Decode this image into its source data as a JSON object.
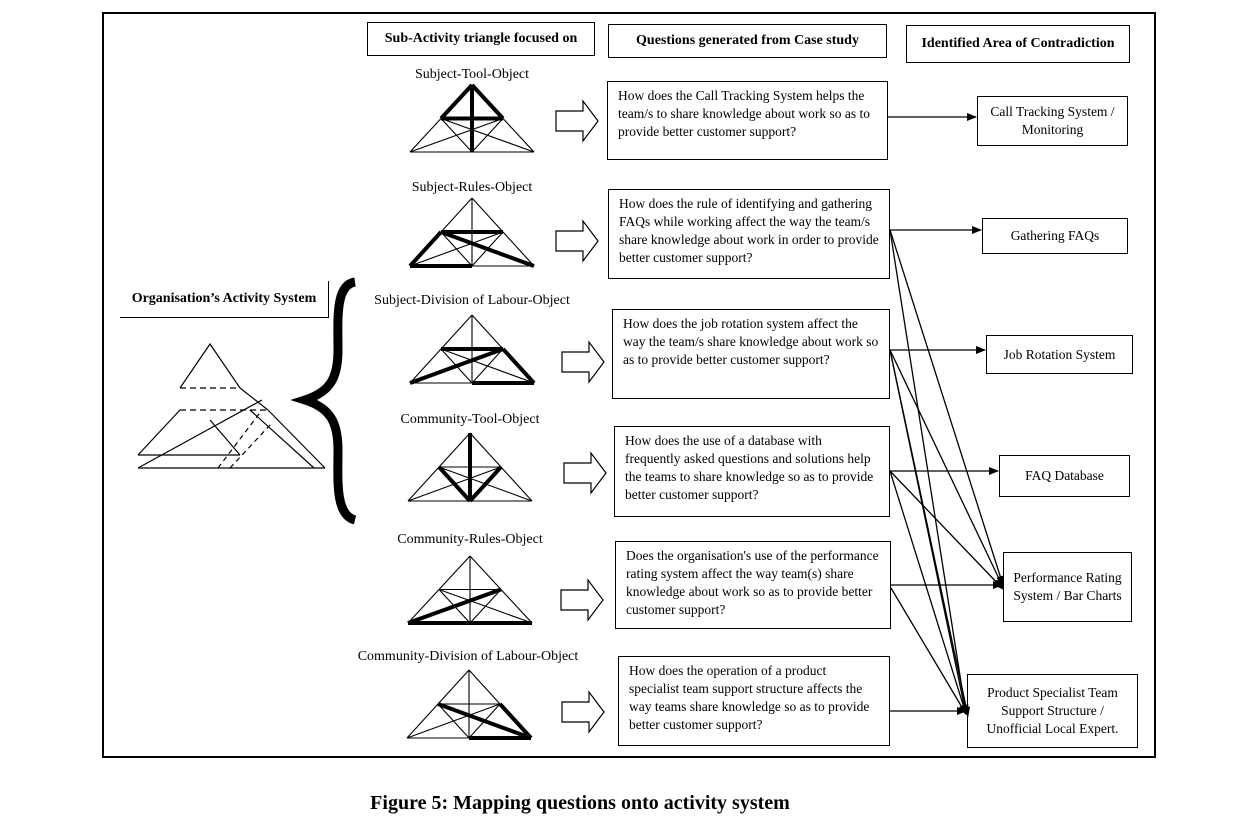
{
  "headers": {
    "sub_activity": "Sub-Activity triangle focused on",
    "questions": "Questions generated from Case study",
    "contradiction": "Identified Area of Contradiction",
    "org_system": "Organisation’s Activity System"
  },
  "rows": [
    {
      "triangle_label": "Subject-Tool-Object",
      "question": "How does the Call Tracking System helps the team/s to share knowledge about work so as to provide better customer support?"
    },
    {
      "triangle_label": "Subject-Rules-Object",
      "question": "How does the rule of identifying and gathering FAQs while working affect the way the team/s share knowledge about work in order to provide better customer support?"
    },
    {
      "triangle_label": "Subject-Division of Labour-Object",
      "question": "How does the job rotation system affect the way the team/s share knowledge about work so as to provide better customer support?"
    },
    {
      "triangle_label": "Community-Tool-Object",
      "question": "How does the use of a database with frequently asked questions and solutions help the teams to share knowledge so as to provide better customer support?"
    },
    {
      "triangle_label": "Community-Rules-Object",
      "question": "Does the organisation's use of the performance rating system affect the way team(s) share knowledge about work so as to provide better customer support?"
    },
    {
      "triangle_label": "Community-Division of Labour-Object",
      "question": "How does the operation of a product specialist team support structure affects the way teams share knowledge so as to provide better customer support?"
    }
  ],
  "areas": [
    "Call Tracking System / Monitoring",
    "Gathering FAQs",
    "Job Rotation System",
    "FAQ Database",
    "Performance Rating System / Bar Charts",
    "Product Specialist Team Support Structure / Unofficial Local Expert."
  ],
  "caption": "Figure 5: Mapping questions onto activity system"
}
